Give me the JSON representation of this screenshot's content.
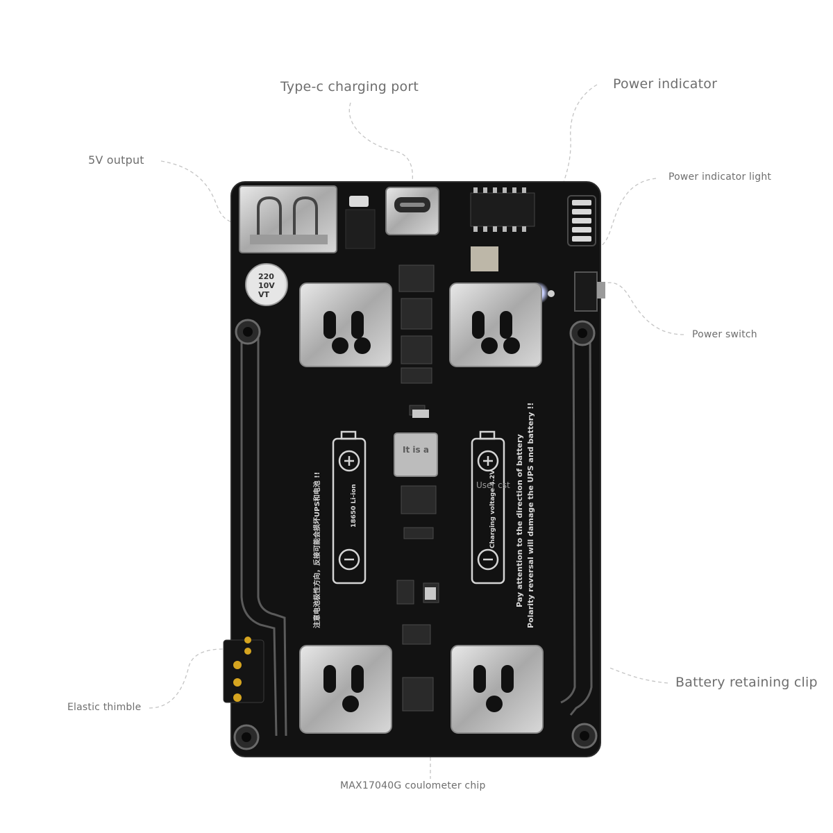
{
  "callouts": {
    "type_c": "Type-c charging port",
    "power_indicator": "Power indicator",
    "output_5v": "5V output",
    "indicator_light": "Power indicator light",
    "power_switch": "Power switch",
    "retaining_clip": "Battery retaining clip",
    "thimble": "Elastic thimble",
    "coulometer": "MAX17040G coulometer chip"
  },
  "pcb": {
    "cap_line1": "220",
    "cap_line2": "10V",
    "cap_line3": "VT",
    "inductor_label": "It is a",
    "warning_line1": "Pay attention to the direction of battery",
    "warning_line2": "Polarity reversal will damage the UPS and battery !!",
    "cjk_warning": "注意电池极性方向，反接可能会损坏UPS和电池 !!",
    "left_cell_label": "18650 Li-ion",
    "right_cell_label": "Charging voltage 4.2V",
    "user_text": "User cst"
  },
  "colors": {
    "pcb": "#121212",
    "callout_text": "#6e6e6e",
    "leader": "#bdbdbd",
    "metal": "#c9c9c9",
    "gold": "#d6a520",
    "indicator": "#e8ecff"
  }
}
